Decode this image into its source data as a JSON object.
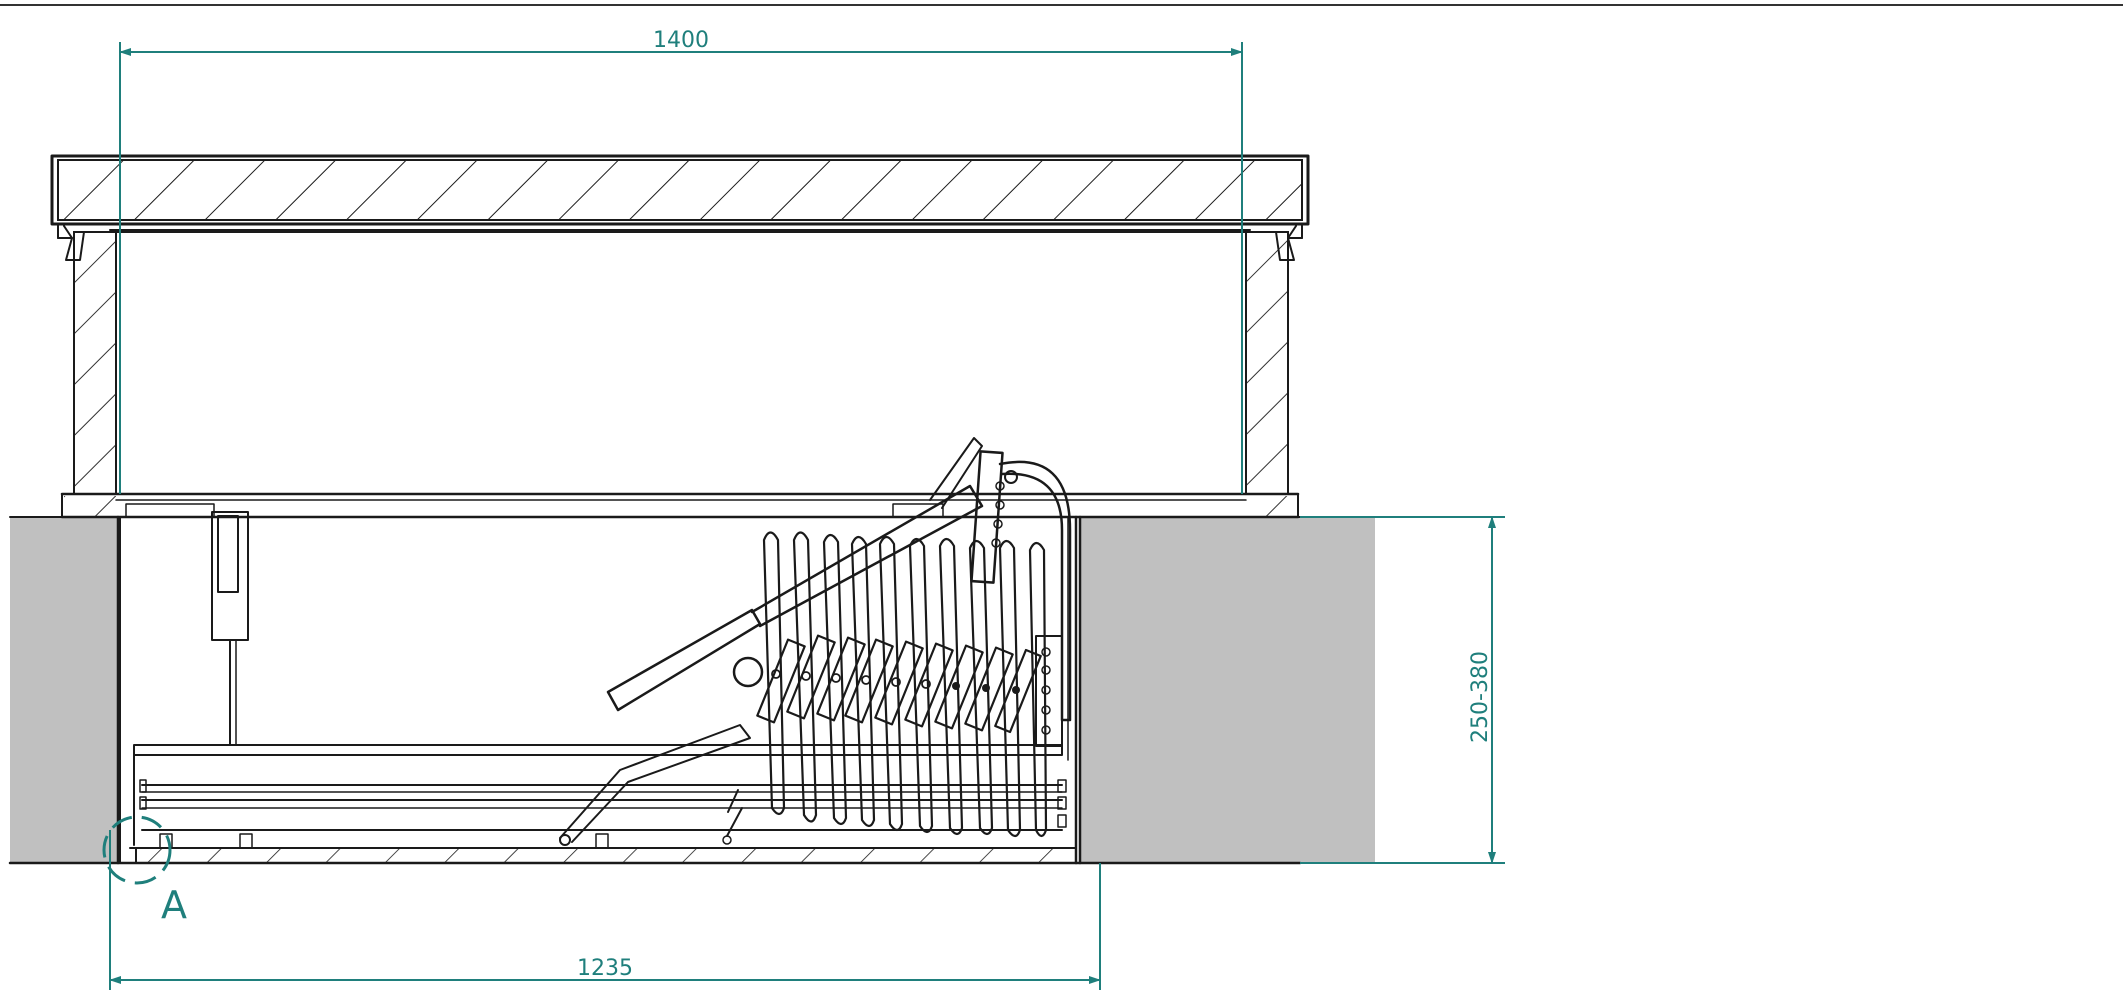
{
  "drawing": {
    "dimension_top": "1400",
    "dimension_bottom": "1235",
    "dimension_right": "250-380",
    "detail_marker": "A",
    "colors": {
      "dimension": "#1f7f7c",
      "ink": "#1a1a1a",
      "ceiling_fill": "#c0c0c0",
      "background": "#ffffff"
    }
  }
}
